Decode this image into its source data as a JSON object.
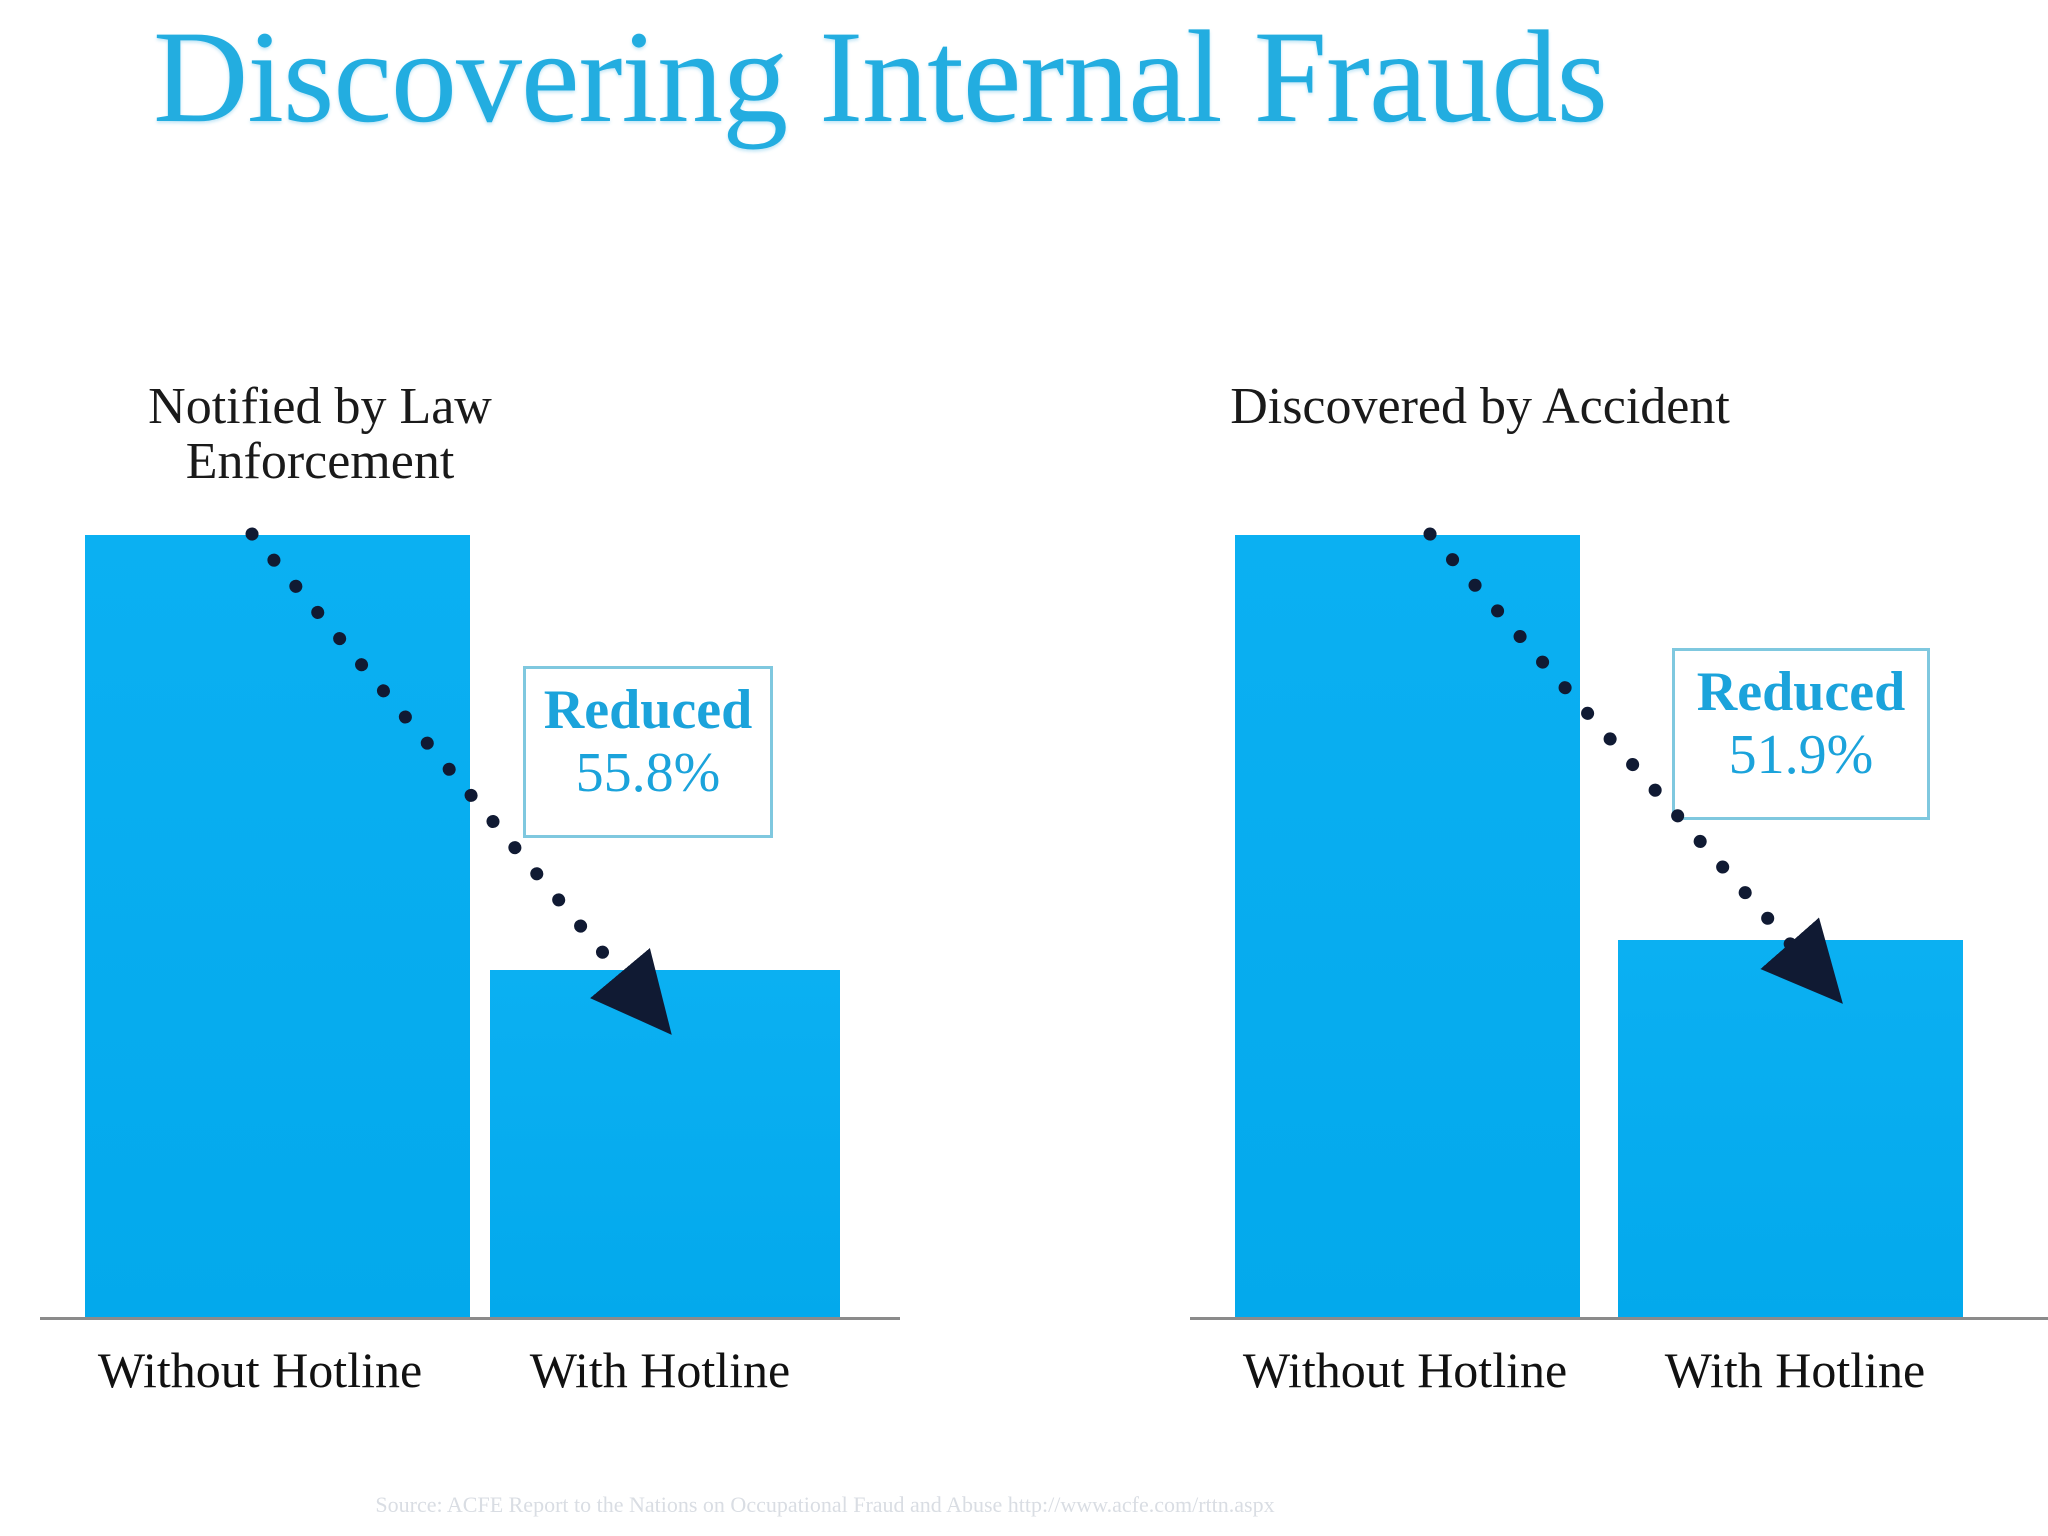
{
  "slide": {
    "title": "Discovering Internal Frauds",
    "source_note": "Source: ACFE Report to the Nations on Occupational Fraud and Abuse http://www.acfe.com/rttn.aspx",
    "title_color": "#23ADE0",
    "bar_color": "#03ACF0",
    "callout_text_color": "#1BA3DB",
    "callout_border_color": "#7FC8DF",
    "arrow_color": "#101A33",
    "axis_color": "#8B8B8B",
    "background_color": "#FFFFFF"
  },
  "panels": {
    "left": {
      "heading": "Notified by Law Enforcement",
      "categories": [
        "Without Hotline",
        "With Hotline"
      ],
      "callout": {
        "label": "Reduced",
        "value": "55.8%"
      }
    },
    "right": {
      "heading": "Discovered by Accident",
      "categories": [
        "Without Hotline",
        "With Hotline"
      ],
      "callout": {
        "label": "Reduced",
        "value": "51.9%"
      }
    }
  },
  "chart_data": [
    {
      "type": "bar",
      "title": "Notified by Law Enforcement",
      "categories": [
        "Without Hotline",
        "With Hotline"
      ],
      "values": [
        100.0,
        44.2
      ],
      "value_unit": "relative percent of Without Hotline baseline",
      "annotations": [
        {
          "text": "Reduced 55.8%",
          "label": "Reduced",
          "value": "55.8%",
          "from_category": "Without Hotline",
          "to_category": "With Hotline",
          "arrow": "dotted-down-right"
        }
      ],
      "xlabel": "",
      "ylabel": "",
      "ylim": [
        0,
        100
      ],
      "grid": false,
      "legend": false,
      "bar_color": "#03ACF0"
    },
    {
      "type": "bar",
      "title": "Discovered by Accident",
      "categories": [
        "Without Hotline",
        "With Hotline"
      ],
      "values": [
        100.0,
        48.1
      ],
      "value_unit": "relative percent of Without Hotline baseline",
      "annotations": [
        {
          "text": "Reduced 51.9%",
          "label": "Reduced",
          "value": "51.9%",
          "from_category": "Without Hotline",
          "to_category": "With Hotline",
          "arrow": "dotted-down-right"
        }
      ],
      "xlabel": "",
      "ylabel": "",
      "ylim": [
        0,
        100
      ],
      "grid": false,
      "legend": false,
      "bar_color": "#03ACF0"
    }
  ]
}
